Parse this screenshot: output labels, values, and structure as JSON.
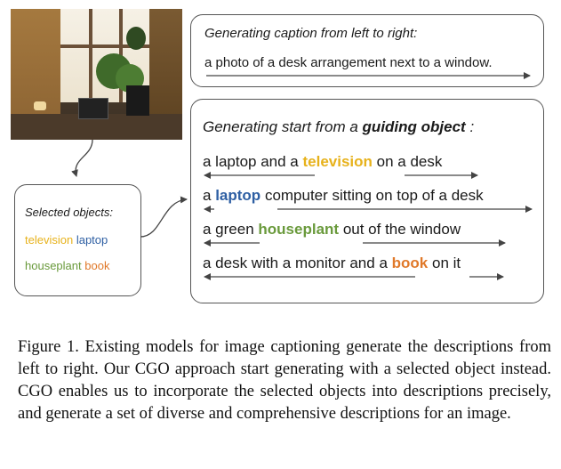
{
  "top_box": {
    "heading": "Generating caption from left to right:",
    "caption": "a photo of a desk arrangement next to a window."
  },
  "main_box": {
    "heading_prefix": "Generating start from a",
    "heading_bold": "guiding object",
    "heading_suffix": ":",
    "lines": [
      {
        "before": "a laptop and a",
        "object": "television",
        "after": "on a desk"
      },
      {
        "before": "a",
        "object": "laptop",
        "after": "computer sitting on top of a desk"
      },
      {
        "before": "a green",
        "object": "houseplant",
        "after": "out of the window"
      },
      {
        "before": "a desk with a monitor and a",
        "object": "book",
        "after": "on it"
      }
    ]
  },
  "selected_objects": {
    "title": "Selected objects:",
    "items": [
      "television",
      "laptop",
      "houseplant",
      "book"
    ]
  },
  "colors": {
    "television": "#e7b21c",
    "laptop": "#2e5fa3",
    "houseplant": "#6a9a3c",
    "book": "#e0792a"
  },
  "caption": "Figure 1. Existing models for image captioning generate the descriptions from left to right. Our CGO approach start generating with a selected object instead. CGO enables us to incorporate the selected objects into descriptions precisely, and generate a set of diverse and comprehensive descriptions for an image."
}
